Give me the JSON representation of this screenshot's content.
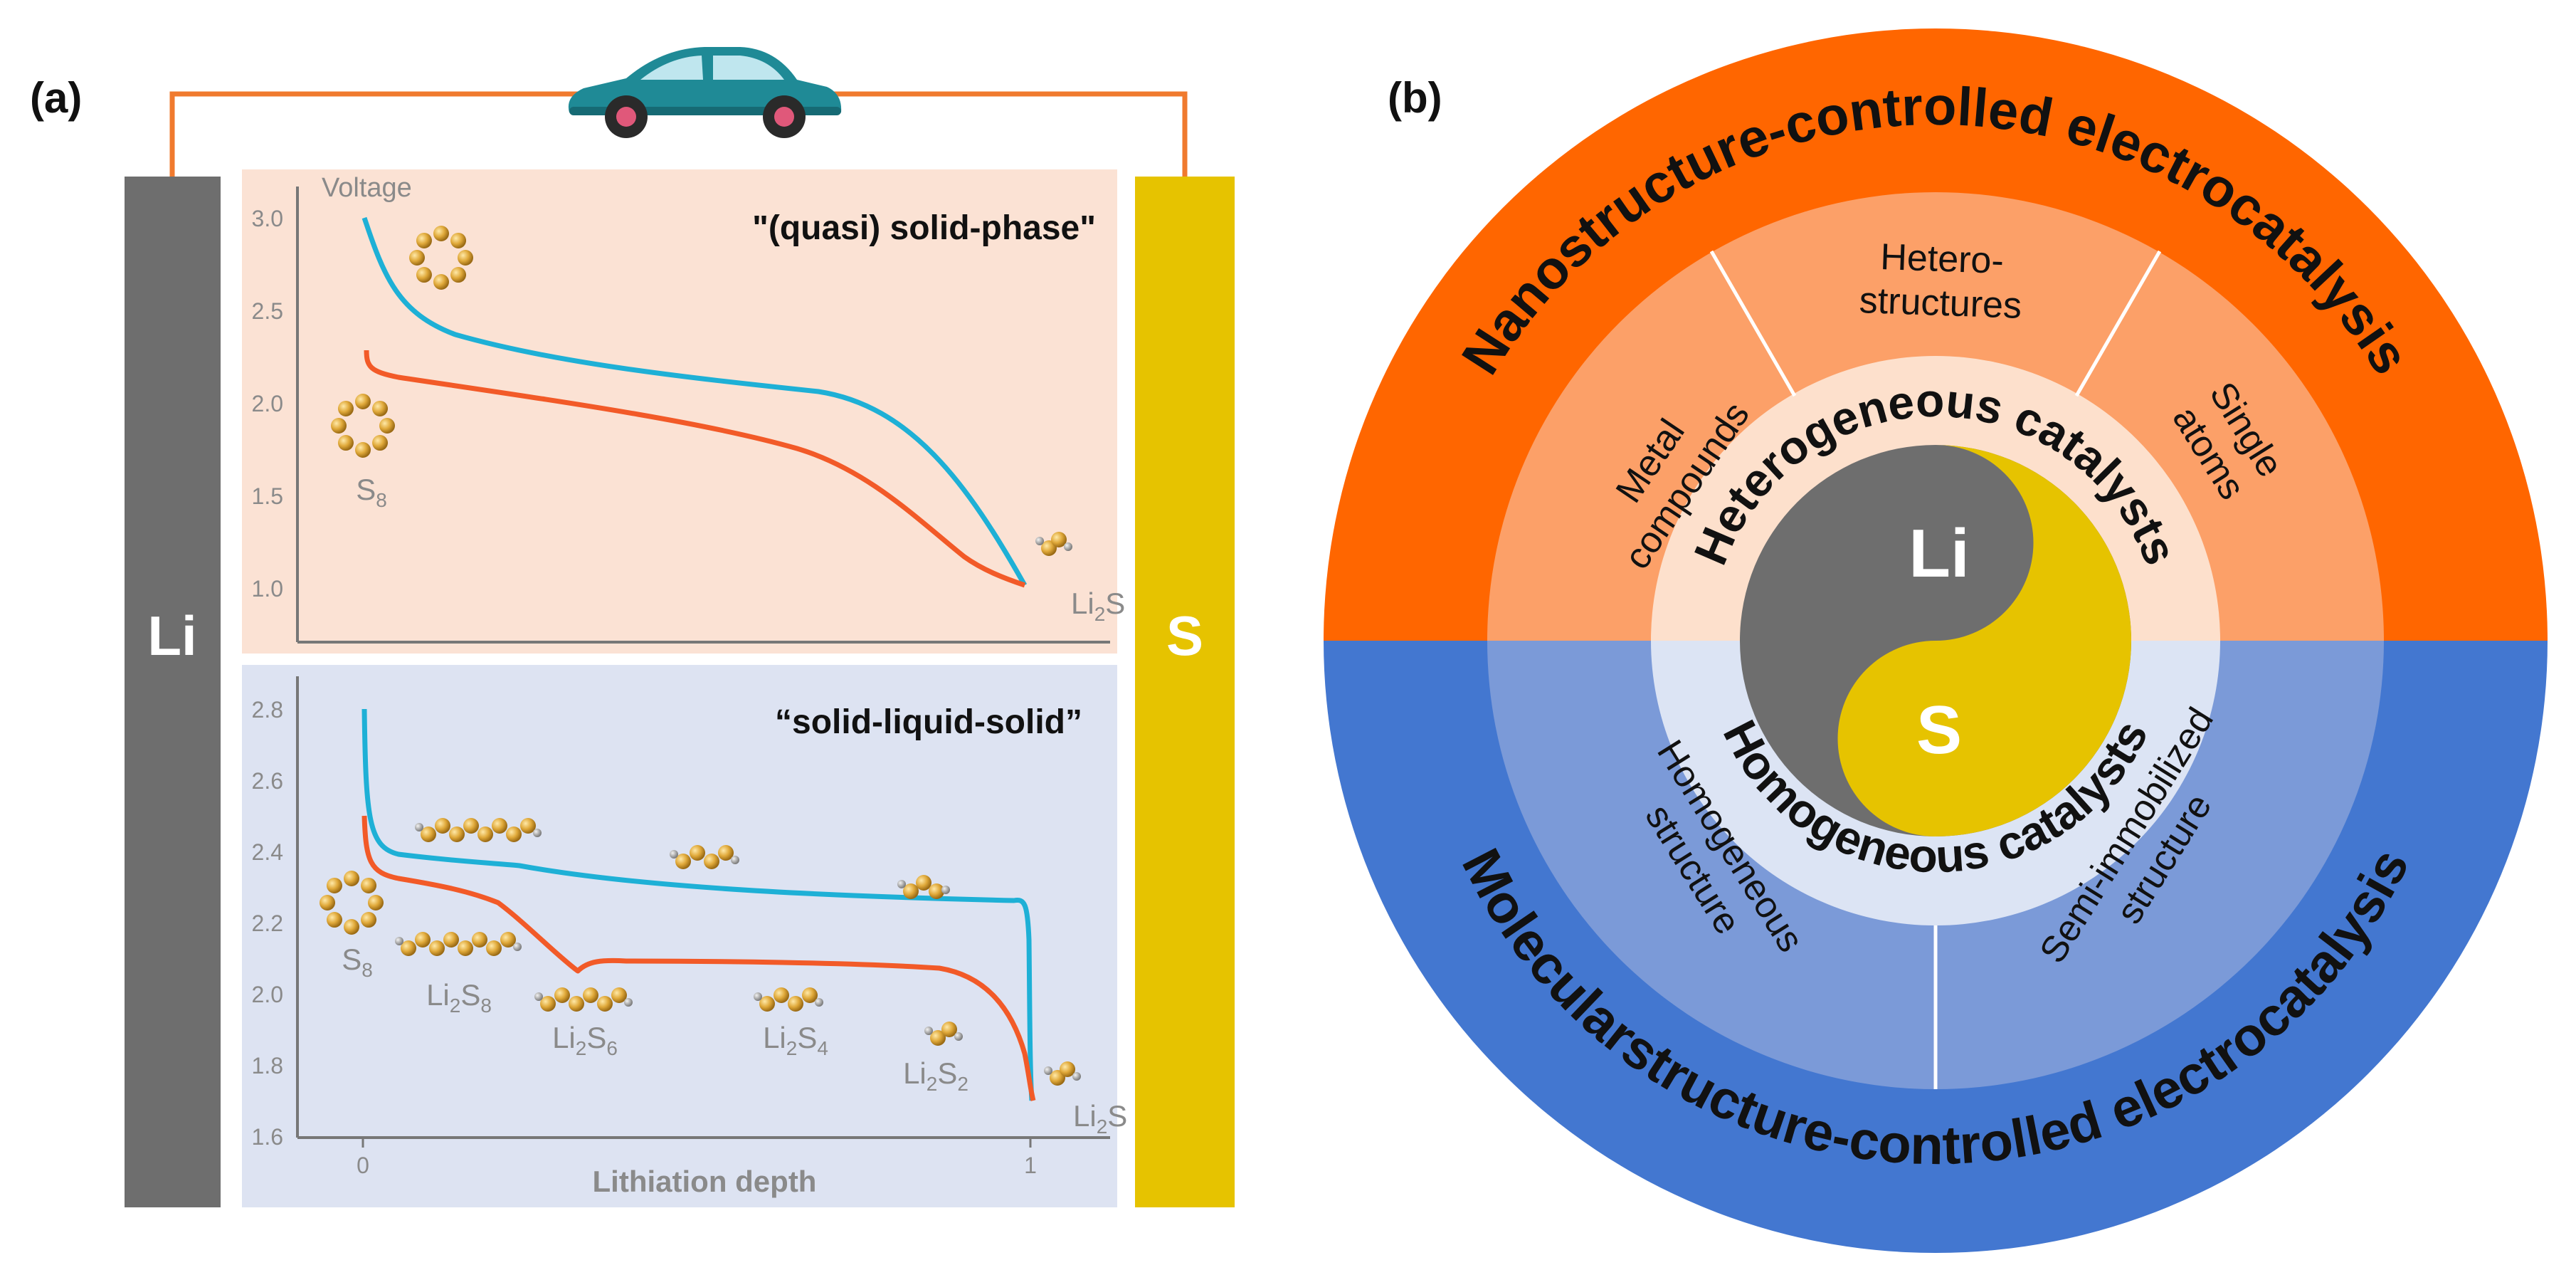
{
  "panel_a": {
    "label": "(a)",
    "electrode_left": "Li",
    "electrode_right": "S",
    "top_chart": {
      "mechanism": "\"(quasi) solid-phase\"",
      "ylabel": "Voltage",
      "yticks": [
        "3.0",
        "2.5",
        "2.0",
        "1.5",
        "1.0"
      ],
      "species": {
        "s8": {
          "main": "S",
          "sub": "8"
        },
        "li2s": {
          "main": "Li",
          "sub": "2",
          "tail": "S"
        }
      }
    },
    "bottom_chart": {
      "mechanism": "“solid-liquid-solid”",
      "xlabel": "Lithiation depth",
      "yticks": [
        "2.8",
        "2.6",
        "2.4",
        "2.2",
        "2.0",
        "1.8",
        "1.6"
      ],
      "xticks": [
        "0",
        "1"
      ],
      "species": {
        "s8": {
          "main": "S",
          "sub": "8"
        },
        "li2s8": {
          "main": "Li",
          "sub": "2",
          "tail": "S",
          "sub2": "8"
        },
        "li2s6": {
          "main": "Li",
          "sub": "2",
          "tail": "S",
          "sub2": "6"
        },
        "li2s4": {
          "main": "Li",
          "sub": "2",
          "tail": "S",
          "sub2": "4"
        },
        "li2s2": {
          "main": "Li",
          "sub": "2",
          "tail": "S",
          "sub2": "2"
        },
        "li2s": {
          "main": "Li",
          "sub": "2",
          "tail": "S"
        }
      }
    }
  },
  "panel_b": {
    "label": "(b)",
    "outer_top": "Nanostructure-controlled electrocatalysis",
    "outer_bottom": "Molecularstructure-controlled electrocatalysis",
    "mid_top": [
      {
        "lines": [
          "Metal",
          "compounds"
        ]
      },
      {
        "lines": [
          "Hetero-",
          "structures"
        ]
      },
      {
        "lines": [
          "Single",
          "atoms"
        ]
      }
    ],
    "mid_bottom": [
      {
        "lines": [
          "Homogeneous",
          "structure"
        ]
      },
      {
        "lines": [
          "Semi-immobilized",
          "structure"
        ]
      }
    ],
    "inner_top": "Heterogeneous catalysts",
    "inner_bottom": "Homogeneous catalysts",
    "center_li": "Li",
    "center_s": "S"
  },
  "colors": {
    "charge_curve": "#1eb0d6",
    "discharge_curve": "#f25a28",
    "wire": "#f07a2e",
    "li_electrode": "#6e6e6e",
    "s_electrode": "#e6c300",
    "top_chart_bg": "#fbe2d4",
    "bottom_chart_bg": "#dde3f2",
    "outer_orange": "#ff6600",
    "mid_orange": "#fca068",
    "inner_orange": "#fde0cc",
    "outer_blue": "#4377d0",
    "mid_blue": "#7b9ad8",
    "inner_blue": "#dce4f4",
    "car": "#1f8a96"
  }
}
